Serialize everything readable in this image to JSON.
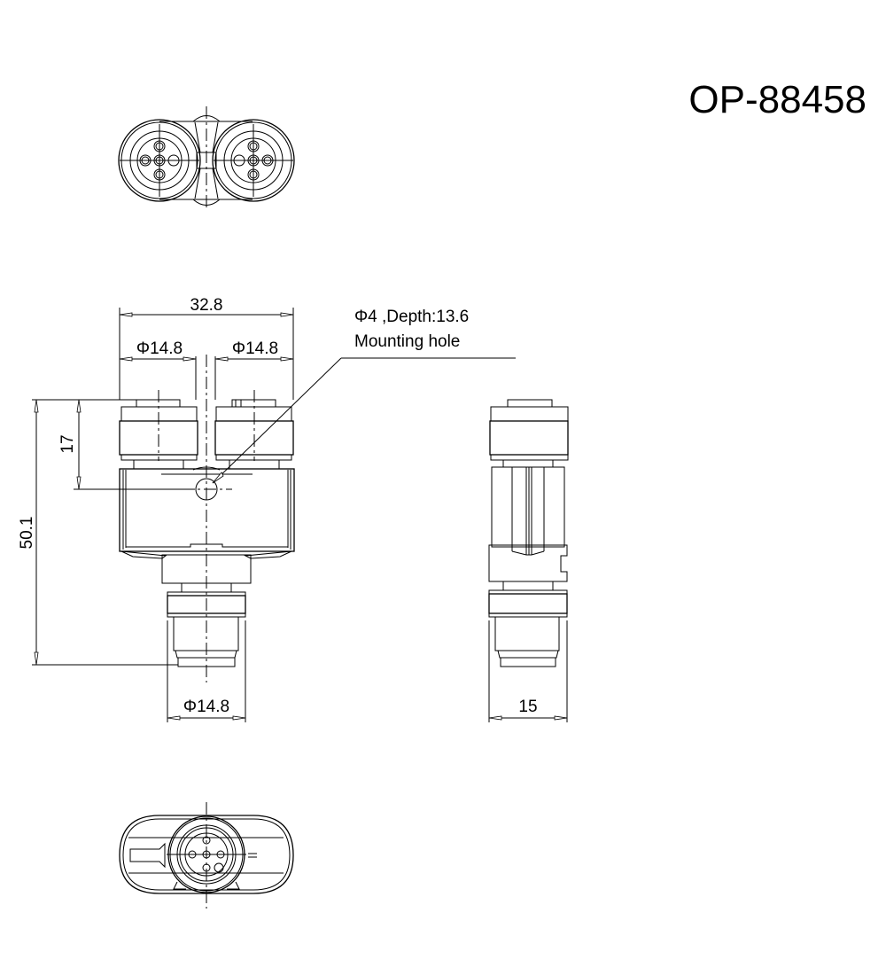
{
  "drawing": {
    "part_number": "OP-88458",
    "views": [
      "top-view",
      "front-view",
      "side-view",
      "bottom-view"
    ],
    "dimensions": {
      "overall_width": "32.8",
      "left_port_diameter": "Φ14.8",
      "right_port_diameter": "Φ14.8",
      "bottom_port_diameter": "Φ14.8",
      "overall_height": "50.1",
      "hole_height": "17",
      "side_width": "15"
    },
    "annotation": {
      "hole_spec": "Φ4 ,Depth:13.6",
      "hole_label": "Mounting hole"
    }
  }
}
